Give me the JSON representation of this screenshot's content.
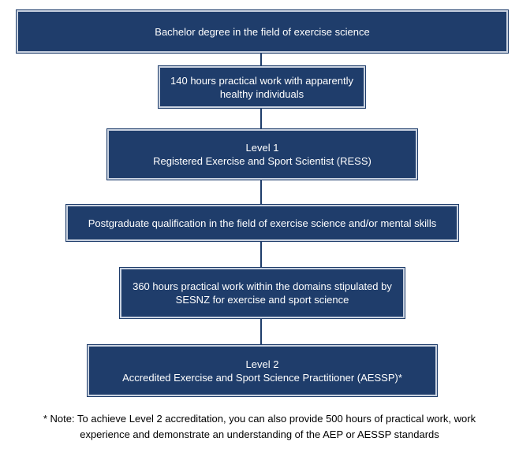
{
  "flowchart": {
    "steps": [
      {
        "lines": [
          "Bachelor degree in the field of exercise science"
        ]
      },
      {
        "lines": [
          "140  hours practical work with apparently",
          "healthy individuals"
        ]
      },
      {
        "lines": [
          "Level 1",
          "Registered Exercise and Sport Scientist (RESS)"
        ]
      },
      {
        "lines": [
          "Postgraduate qualification in the field of exercise science and/or mental skills"
        ]
      },
      {
        "lines": [
          "360  hours practical work within the domains stipulated by",
          "SESNZ for exercise and sport science"
        ]
      },
      {
        "lines": [
          "Level 2",
          "Accredited Exercise and Sport Science Practitioner (AESSP)*"
        ]
      }
    ],
    "note": {
      "lines": [
        "* Note: To achieve Level 2 accreditation, you can also provide 500 hours of practical work, work",
        "experience and demonstrate an understanding of the AEP or AESSP standards"
      ]
    }
  },
  "colors": {
    "box_fill": "#1f3d6b",
    "box_text": "#ffffff",
    "connector": "#1f3d6b"
  }
}
